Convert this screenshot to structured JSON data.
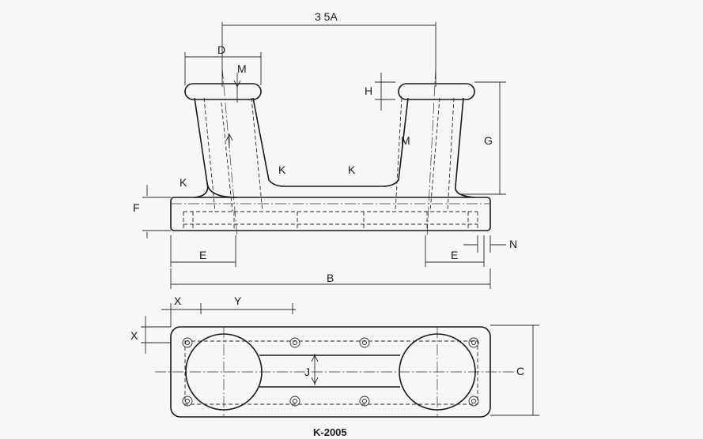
{
  "drawing": {
    "caption": "K-2005",
    "labels": {
      "spacing": "3 5A",
      "d": "D",
      "m_top": "M",
      "h": "H",
      "g": "G",
      "m_right": "M",
      "k_left": "K",
      "k_mid_left": "K",
      "k_mid_right": "K",
      "f": "F",
      "e_left": "E",
      "e_right": "E",
      "n": "N",
      "b": "B",
      "x_horiz": "X",
      "y": "Y",
      "x_vert": "X",
      "j": "J",
      "c": "C"
    }
  }
}
